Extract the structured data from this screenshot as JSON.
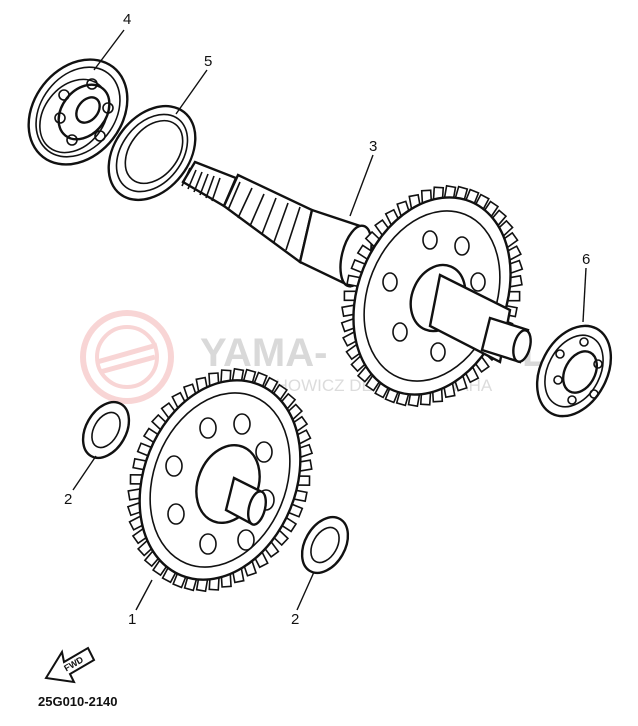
{
  "callouts": {
    "part_1": "1",
    "part_2a": "2",
    "part_2b": "2",
    "part_3": "3",
    "part_4": "4",
    "part_5": "5",
    "part_6": "6"
  },
  "diagram_code": "25G010-2140",
  "forward_marker": "FWD",
  "watermark": {
    "brand": "YAMA-",
    "suffix": "L",
    "tagline": "ECHOWICZ  DEALER YAMAHA"
  },
  "colors": {
    "line": "#111111",
    "watermark_logo": "#f4b3b3",
    "watermark_text": "#d9d9d9"
  }
}
